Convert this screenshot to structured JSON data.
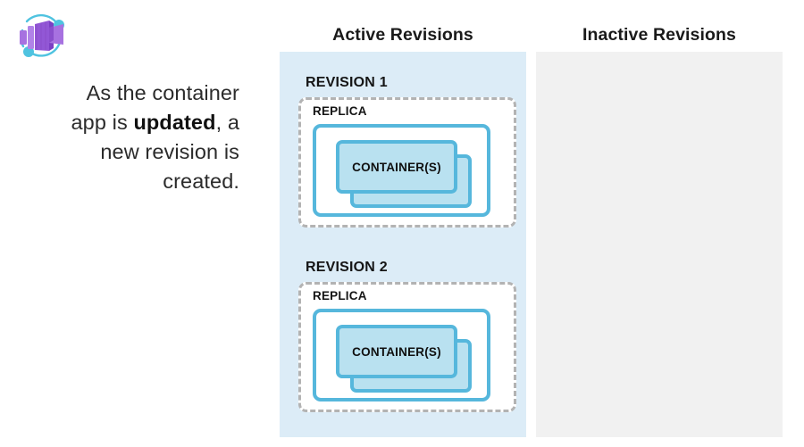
{
  "caption": {
    "line1": "As the container",
    "line2_pre": "app is ",
    "line2_bold": "updated",
    "line2_post": ", a",
    "line3": "new revision is",
    "line4": "created."
  },
  "logo": {
    "name": "azure-container-apps-logo",
    "box_color": "#9b5fd6",
    "box_color_light": "#b07ee2",
    "box_color_dark": "#7b3fc4",
    "accent_color": "#4fc3e0"
  },
  "columns": {
    "active": {
      "header": "Active Revisions",
      "background": "#dcecf7",
      "revisions": [
        {
          "title": "REVISION 1",
          "replica_label": "REPLICA",
          "container_label": "CONTAINER(S)"
        },
        {
          "title": "REVISION 2",
          "replica_label": "REPLICA",
          "container_label": "CONTAINER(S)"
        }
      ]
    },
    "inactive": {
      "header": "Inactive Revisions",
      "background": "#f1f1f1",
      "revisions": []
    }
  },
  "colors": {
    "container_fill": "#b9e1f0",
    "container_stroke": "#56b7dc",
    "replica_dash": "#b3b3b3",
    "text": "#1a1a1a"
  }
}
